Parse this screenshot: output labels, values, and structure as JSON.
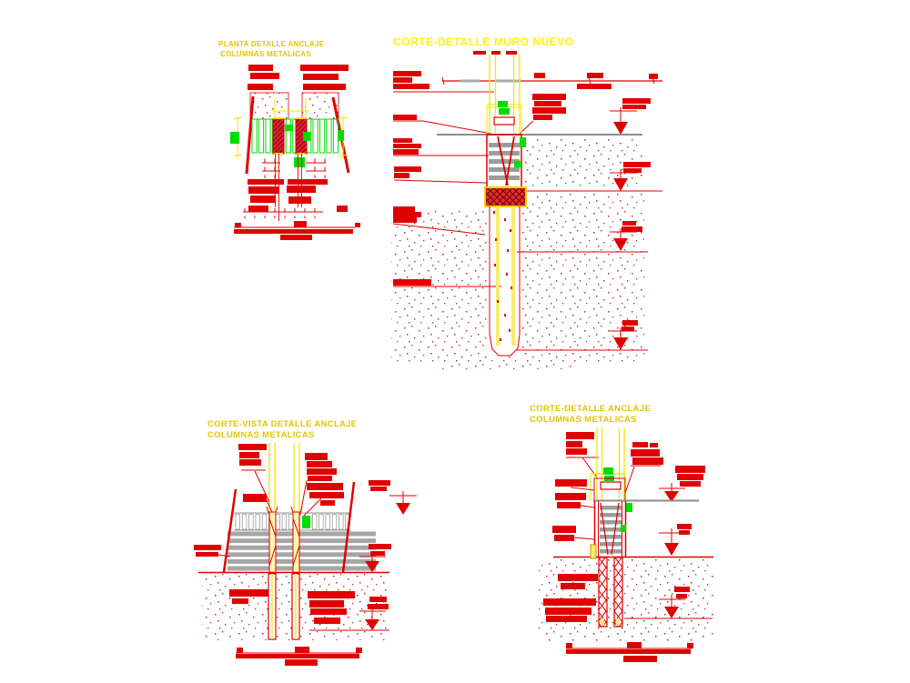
{
  "sheet": {
    "kind": "cad-construction-detail-drawing",
    "background": "#FFFFFF"
  },
  "colors": {
    "annotation_red": "#E00000",
    "main_title_yellow": "#FFF200",
    "panel_title_yellow": "#E3C400",
    "column_line_yellow": "#F5E400",
    "detail_green": "#00DD00",
    "masonry_gray": "#9C9C9C",
    "ground_gray": "#8C8C8C",
    "soil_dot_red": "#A03636"
  },
  "panels": {
    "plan": {
      "title_line1": "PLANTA DETALLE ANCLAJE",
      "title_line2": "COLUMNAS METALICAS"
    },
    "main": {
      "title": "CORTE-DETALLE MURO NUEVO"
    },
    "view": {
      "title_line1": "CORTE-VISTA DETALLE ANCLAJE",
      "title_line2": "COLUMNAS METALICAS"
    },
    "detail": {
      "title_line1": "CORTE-DETALLE ANCLAJE",
      "title_line2": "COLUMNAS METALICAS"
    }
  }
}
